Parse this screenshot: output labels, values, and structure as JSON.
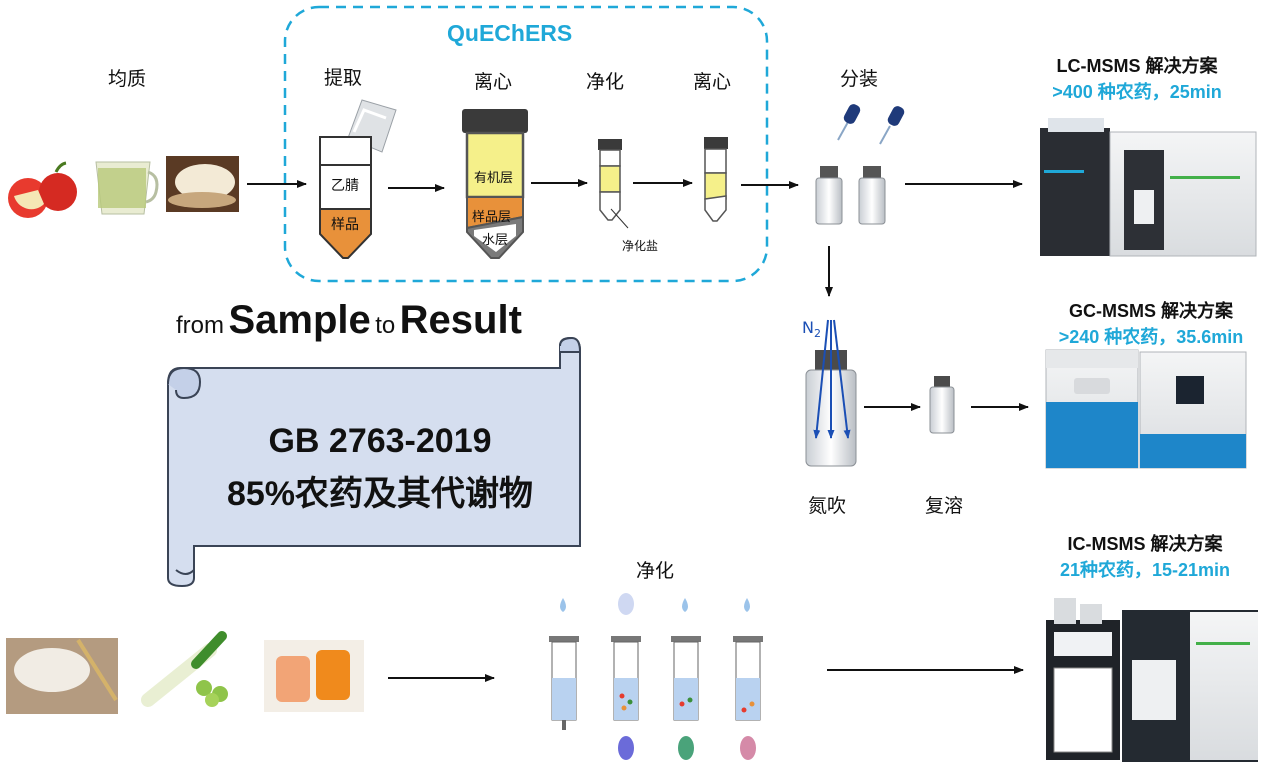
{
  "qlabel": "QuEChERS",
  "steps": {
    "homogenize": "均质",
    "extract": "提取",
    "centrifuge1": "离心",
    "cleanup": "净化",
    "centrifuge2": "离心",
    "aliquot": "分装",
    "n2blow": "氮吹",
    "redissolve": "复溶",
    "spe_cleanup": "净化"
  },
  "tube_labels": {
    "acetonitrile": "乙腈",
    "sample": "样品",
    "organic_layer": "有机层",
    "sample_layer": "样品层",
    "water_layer": "水层",
    "cleanup_salt": "净化盐",
    "n2": "N",
    "n2_sub": "2"
  },
  "headline": {
    "from": "from",
    "sample": "Sample",
    "to": "to",
    "result": "Result"
  },
  "scroll": {
    "line1": "GB 2763-2019",
    "line2": "85%农药及其代谢物"
  },
  "solutions": {
    "lc": {
      "title": "LC-MSMS 解决方案",
      "sub": ">400 种农药，25min"
    },
    "gc": {
      "title": "GC-MSMS 解决方案",
      "sub": ">240 种农药，35.6min"
    },
    "ic": {
      "title": "IC-MSMS 解决方案",
      "sub": "21种农药，15-21min"
    }
  },
  "colors": {
    "accent_blue": "#1fa8d8",
    "sample_orange": "#e8913a",
    "organic_yellow": "#f5f08a",
    "scroll_fill": "#d5deef",
    "tube_gray": "#6b6b6b"
  }
}
